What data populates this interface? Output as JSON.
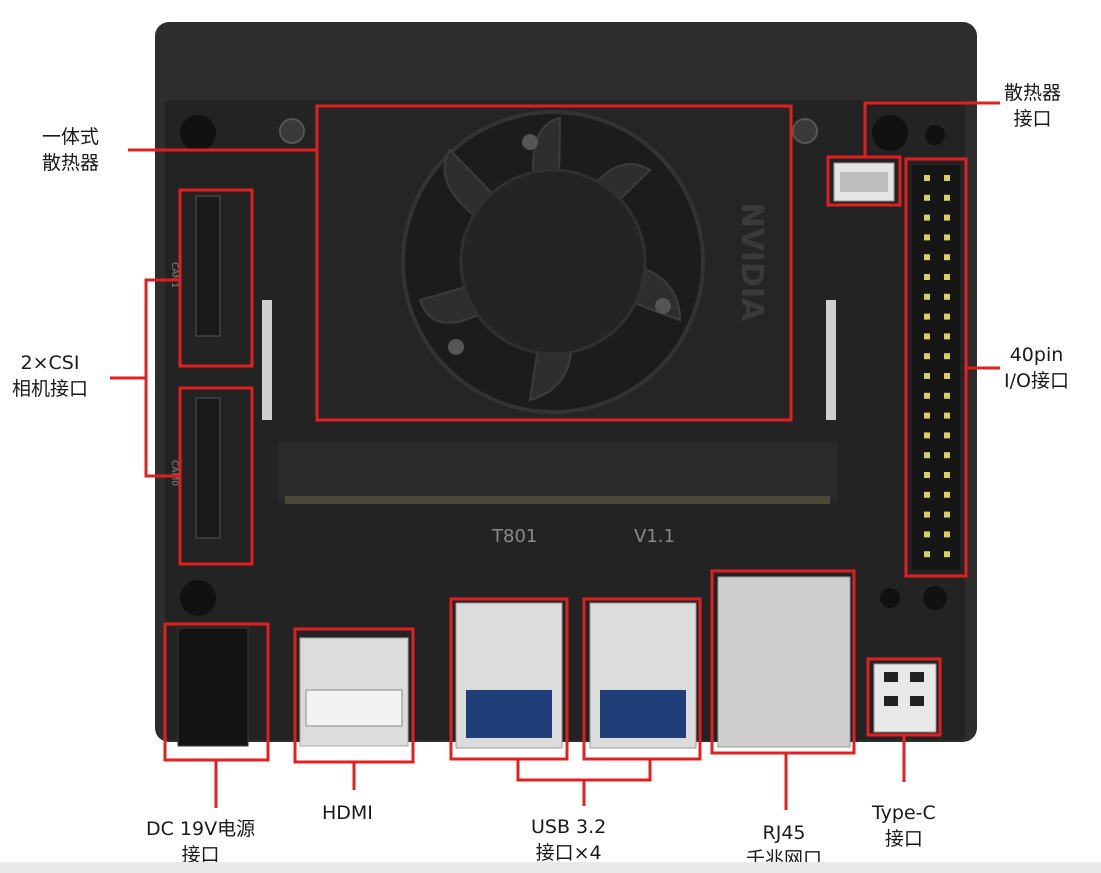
{
  "callouts": {
    "heatsink": [
      "一体式",
      "散热器"
    ],
    "fan_connector": [
      "散热器",
      "接口"
    ],
    "csi": [
      "2×CSI",
      "相机接口"
    ],
    "gpio": [
      "40pin",
      "I/O接口"
    ],
    "dc": [
      "DC 19V电源",
      "接口"
    ],
    "hdmi": [
      "HDMI"
    ],
    "usb": [
      "USB 3.2",
      "接口×4"
    ],
    "rj45": [
      "RJ45",
      "千兆网口"
    ],
    "typec": [
      "Type-C",
      "接口"
    ]
  },
  "board_text": {
    "silkscreen": "T801",
    "version": "V1.1",
    "brand": "NVIDIA",
    "cam0": "CAM0",
    "cam1": "CAM1"
  },
  "colors": {
    "board": "#2b2b2b",
    "pcb": "#222222",
    "callout_red": "#e02020",
    "connector_silver": "#dcdcdc"
  }
}
